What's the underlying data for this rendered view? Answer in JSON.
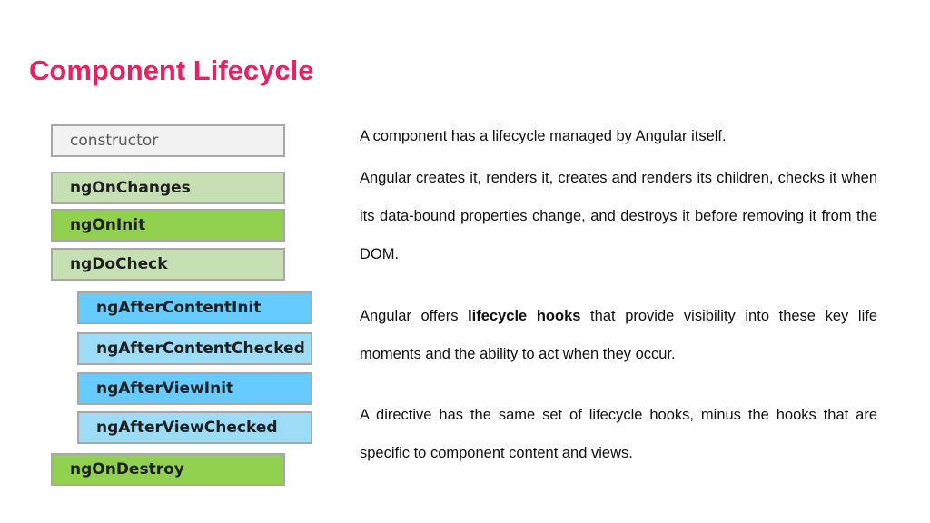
{
  "title": "Component Lifecycle",
  "colors": {
    "title": "#e8215f",
    "neutral": "#f2f2f2",
    "light_green": "#c6e0b4",
    "green": "#92d050",
    "blue": "#66ccff",
    "light_blue": "#9ddcf7"
  },
  "hooks": [
    {
      "label": "constructor",
      "style": "neutral"
    },
    {
      "label": "ngOnChanges",
      "style": "light_green"
    },
    {
      "label": "ngOnInit",
      "style": "green"
    },
    {
      "label": "ngDoCheck",
      "style": "light_green"
    },
    {
      "label": "ngAfterContentInit",
      "style": "blue"
    },
    {
      "label": "ngAfterContentChecked",
      "style": "light_blue"
    },
    {
      "label": "ngAfterViewInit",
      "style": "blue"
    },
    {
      "label": "ngAfterViewChecked",
      "style": "light_blue"
    },
    {
      "label": "ngOnDestroy",
      "style": "green"
    }
  ],
  "paragraphs": {
    "p1": "A component has a lifecycle managed by Angular itself.",
    "p2": "Angular creates it, renders it, creates and renders its children, checks it when its data-bound properties change, and destroys it before removing it from the DOM.",
    "p3_before": "Angular offers ",
    "p3_bold": "lifecycle hooks",
    "p3_after": " that provide visibility into these key life moments and the ability to act when they occur.",
    "p4": "A directive has the same set of lifecycle hooks, minus the hooks that are specific to component content and views."
  }
}
